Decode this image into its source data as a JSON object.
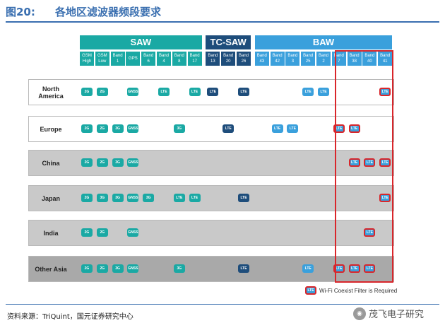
{
  "figure": {
    "number": "图20:",
    "title": "各地区滤波器频段要求"
  },
  "colors": {
    "saw": "#1aa9a4",
    "tc_saw": "#1e4d7b",
    "baw": "#3aa0dc",
    "wifi_border": "#d9262b",
    "row_shaded": "#c9c9c9",
    "title_blue": "#3a6fb0"
  },
  "groups": [
    {
      "label": "SAW",
      "type": "saw"
    },
    {
      "label": "TC-SAW",
      "type": "tcsaw"
    },
    {
      "label": "BAW",
      "type": "baw"
    }
  ],
  "columns": [
    {
      "lines": [
        "GSM",
        "High"
      ],
      "type": "saw"
    },
    {
      "lines": [
        "GSM",
        "Low"
      ],
      "type": "saw"
    },
    {
      "lines": [
        "Band",
        "1"
      ],
      "type": "saw"
    },
    {
      "lines": [
        "GPS"
      ],
      "type": "saw"
    },
    {
      "lines": [
        "Band",
        "6"
      ],
      "type": "saw"
    },
    {
      "lines": [
        "Band",
        "4"
      ],
      "type": "saw"
    },
    {
      "lines": [
        "Band",
        "8"
      ],
      "type": "saw"
    },
    {
      "lines": [
        "Band",
        "17"
      ],
      "type": "saw"
    },
    {
      "lines": [
        "Band",
        "13"
      ],
      "type": "tcsaw"
    },
    {
      "lines": [
        "Band",
        "20"
      ],
      "type": "tcsaw"
    },
    {
      "lines": [
        "Band",
        "26"
      ],
      "type": "tcsaw"
    },
    {
      "lines": [
        "Band",
        "43"
      ],
      "type": "baw"
    },
    {
      "lines": [
        "Band",
        "42"
      ],
      "type": "baw"
    },
    {
      "lines": [
        "Band",
        "3"
      ],
      "type": "baw"
    },
    {
      "lines": [
        "Band",
        "25"
      ],
      "type": "baw"
    },
    {
      "lines": [
        "Band",
        "2"
      ],
      "type": "baw"
    },
    {
      "lines": [
        "Band",
        "7"
      ],
      "type": "baw"
    },
    {
      "lines": [
        "Band",
        "38"
      ],
      "type": "baw"
    },
    {
      "lines": [
        "Band",
        "40"
      ],
      "type": "baw"
    },
    {
      "lines": [
        "Band",
        "41"
      ],
      "type": "baw"
    }
  ],
  "regions": [
    {
      "name": "North America",
      "shaded": false,
      "chips": [
        {
          "col": 0,
          "label": "2G",
          "type": "saw"
        },
        {
          "col": 1,
          "label": "2G",
          "type": "saw"
        },
        {
          "col": 3,
          "label": "GNSS",
          "type": "saw"
        },
        {
          "col": 5,
          "label": "LTE",
          "type": "saw"
        },
        {
          "col": 7,
          "label": "LTE",
          "type": "saw"
        },
        {
          "col": 8,
          "label": "LTE",
          "type": "tcsaw"
        },
        {
          "col": 10,
          "label": "LTE",
          "type": "tcsaw"
        },
        {
          "col": 14,
          "label": "LTE",
          "type": "baw"
        },
        {
          "col": 15,
          "label": "LTE",
          "type": "baw"
        },
        {
          "col": 19,
          "label": "LTE",
          "type": "wifi"
        }
      ]
    },
    {
      "name": "Europe",
      "shaded": false,
      "chips": [
        {
          "col": 0,
          "label": "2G",
          "type": "saw"
        },
        {
          "col": 1,
          "label": "2G",
          "type": "saw"
        },
        {
          "col": 2,
          "label": "3G",
          "type": "saw"
        },
        {
          "col": 3,
          "label": "GNSS",
          "type": "saw"
        },
        {
          "col": 6,
          "label": "3G",
          "type": "saw"
        },
        {
          "col": 9,
          "label": "LTE",
          "type": "tcsaw"
        },
        {
          "col": 12,
          "label": "LTE",
          "type": "baw"
        },
        {
          "col": 13,
          "label": "LTE",
          "type": "baw"
        },
        {
          "col": 16,
          "label": "LTE",
          "type": "wifi"
        },
        {
          "col": 17,
          "label": "LTE",
          "type": "wifi"
        }
      ]
    },
    {
      "name": "China",
      "shaded": true,
      "chips": [
        {
          "col": 0,
          "label": "2G",
          "type": "saw"
        },
        {
          "col": 1,
          "label": "2G",
          "type": "saw"
        },
        {
          "col": 2,
          "label": "3G",
          "type": "saw"
        },
        {
          "col": 3,
          "label": "GNSS",
          "type": "saw"
        },
        {
          "col": 17,
          "label": "LTE",
          "type": "wifi"
        },
        {
          "col": 18,
          "label": "LTE",
          "type": "wifi"
        },
        {
          "col": 19,
          "label": "LTE",
          "type": "wifi"
        }
      ]
    },
    {
      "name": "Japan",
      "shaded": true,
      "chips": [
        {
          "col": 0,
          "label": "2G",
          "type": "saw"
        },
        {
          "col": 1,
          "label": "3G",
          "type": "saw"
        },
        {
          "col": 2,
          "label": "3G",
          "type": "saw"
        },
        {
          "col": 3,
          "label": "GNSS",
          "type": "saw"
        },
        {
          "col": 4,
          "label": "3G",
          "type": "saw"
        },
        {
          "col": 6,
          "label": "LTE",
          "type": "saw"
        },
        {
          "col": 7,
          "label": "LTE",
          "type": "saw"
        },
        {
          "col": 10,
          "label": "LTE",
          "type": "tcsaw"
        },
        {
          "col": 19,
          "label": "LTE",
          "type": "wifi"
        }
      ]
    },
    {
      "name": "India",
      "shaded": true,
      "chips": [
        {
          "col": 0,
          "label": "2G",
          "type": "saw"
        },
        {
          "col": 1,
          "label": "2G",
          "type": "saw"
        },
        {
          "col": 3,
          "label": "GNSS",
          "type": "saw"
        },
        {
          "col": 18,
          "label": "LTE",
          "type": "wifi"
        }
      ]
    },
    {
      "name": "Other Asia",
      "shaded": true,
      "dark": true,
      "chips": [
        {
          "col": 0,
          "label": "2G",
          "type": "saw"
        },
        {
          "col": 1,
          "label": "2G",
          "type": "saw"
        },
        {
          "col": 2,
          "label": "3G",
          "type": "saw"
        },
        {
          "col": 3,
          "label": "GNSS",
          "type": "saw"
        },
        {
          "col": 6,
          "label": "3G",
          "type": "saw"
        },
        {
          "col": 10,
          "label": "LTE",
          "type": "tcsaw"
        },
        {
          "col": 14,
          "label": "LTE",
          "type": "baw"
        },
        {
          "col": 16,
          "label": "LTE",
          "type": "wifi"
        },
        {
          "col": 17,
          "label": "LTE",
          "type": "wifi"
        },
        {
          "col": 18,
          "label": "LTE",
          "type": "wifi"
        }
      ]
    }
  ],
  "legend": {
    "chip_label": "LTE",
    "text": "Wi-Fi Coexist Filter is Required"
  },
  "source": "资料来源：TriQuint，国元证券研究中心",
  "watermark": {
    "icon": "wechat-icon",
    "text": "茂飞电子研究"
  }
}
